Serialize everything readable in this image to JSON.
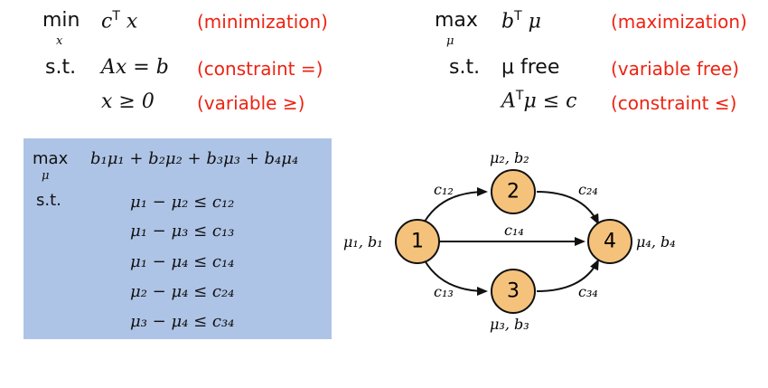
{
  "primal": {
    "op": "min",
    "op_sub": "x",
    "objective_base": "c",
    "objective_sup": "T",
    "objective_var": "x",
    "objective_note": "(minimization)",
    "st": "s.t.",
    "constraint": "Ax = b",
    "constraint_note": "(constraint =)",
    "variable": "x ≥ 0",
    "variable_note": "(variable ≥)"
  },
  "dual": {
    "op": "max",
    "op_sub": "μ",
    "objective_base": "b",
    "objective_sup": "T",
    "objective_var": "μ",
    "objective_note": "(maximization)",
    "st": "s.t.",
    "variable": "μ free",
    "variable_note": "(variable free)",
    "constraint_base": "A",
    "constraint_sup": "T",
    "constraint_rest": "μ ≤ c",
    "constraint_note": "(constraint ≤)"
  },
  "lp_box": {
    "op": "max",
    "op_sub": "μ",
    "objective": "b₁μ₁ + b₂μ₂ + b₃μ₃ + b₄μ₄",
    "st": "s.t.",
    "constraints": [
      "μ₁ − μ₂ ≤ c₁₂",
      "μ₁ − μ₃ ≤ c₁₃",
      "μ₁ − μ₄ ≤ c₁₄",
      "μ₂ − μ₄ ≤ c₂₄",
      "μ₃ − μ₄ ≤ c₃₄"
    ]
  },
  "graph": {
    "nodes": [
      {
        "id": "1",
        "label": "1",
        "annotation": "μ₁, b₁"
      },
      {
        "id": "2",
        "label": "2",
        "annotation": "μ₂, b₂"
      },
      {
        "id": "3",
        "label": "3",
        "annotation": "μ₃, b₃"
      },
      {
        "id": "4",
        "label": "4",
        "annotation": "μ₄, b₄"
      }
    ],
    "edges": [
      {
        "from": "1",
        "to": "2",
        "label": "c₁₂"
      },
      {
        "from": "1",
        "to": "3",
        "label": "c₁₃"
      },
      {
        "from": "1",
        "to": "4",
        "label": "c₁₄"
      },
      {
        "from": "2",
        "to": "4",
        "label": "c₂₄"
      },
      {
        "from": "3",
        "to": "4",
        "label": "c₃₄"
      }
    ],
    "node_fill": "#f5c27c"
  },
  "colors": {
    "note": "#ee2211",
    "box": "#aec4e6"
  }
}
